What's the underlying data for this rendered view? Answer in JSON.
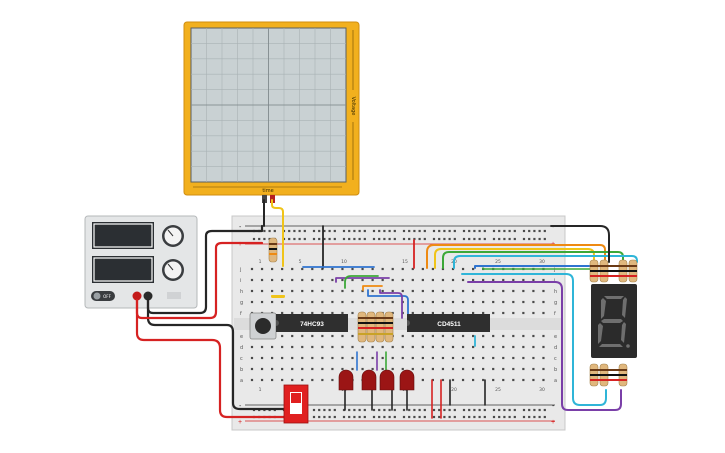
{
  "oscilloscope": {
    "x_axis_label": "time",
    "y_axis_label": "Voltage"
  },
  "breadboard": {
    "column_labels": [
      "1",
      "5",
      "10",
      "15",
      "20",
      "25",
      "30"
    ],
    "row_labels_top": [
      "j",
      "i",
      "h",
      "g",
      "f"
    ],
    "row_labels_bottom": [
      "e",
      "d",
      "c",
      "b",
      "a"
    ],
    "rail_plus": "+",
    "rail_minus": "-"
  },
  "chips": {
    "counter": "74HC93",
    "decoder": "CD4511"
  },
  "power_supply": {
    "off_label": "OFF"
  },
  "display": {
    "digit": "8."
  },
  "colors": {
    "breadboard": "#e9e9e9",
    "scope_frame": "#f2b01e",
    "scope_screen": "#c9d1d3",
    "chip": "#2f2f2f",
    "wire_red": "#d62222",
    "wire_black": "#262626",
    "wire_blue": "#2f74d0",
    "wire_purple": "#7a3fa8",
    "wire_green": "#3ca838",
    "wire_orange": "#ee8a12",
    "wire_yellow": "#f0c419",
    "wire_cyan": "#2fb5d8",
    "led": "#9b1515",
    "dip_switch": "#e02020"
  }
}
